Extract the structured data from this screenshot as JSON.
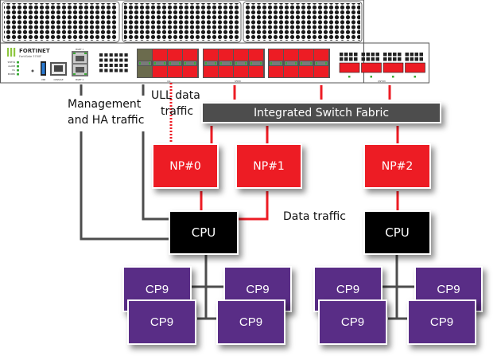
{
  "device": {
    "brand": "FORTINET",
    "model": "FortiGate 3700F",
    "status_leds": [
      "STATUS",
      "ALARM",
      "HA",
      "POWER"
    ],
    "usb_label": "USB",
    "console_label": "CONSOLE",
    "mgmt_ports": [
      "MGMT 1",
      "MGMT 2"
    ],
    "sfp_groups": [
      "ULL",
      "SFP28"
    ],
    "qsfp_group": "QSFP28",
    "colors": {
      "port_red": "#ed1c24",
      "led_green": "#3aaa35",
      "logo_green": "#8dc63f",
      "usb_blue": "#2b7bd3"
    }
  },
  "labels": {
    "management": "Management",
    "management_line2": "and HA traffic",
    "ull": "ULL data",
    "ull_line2": "traffic",
    "data_traffic": "Data traffic"
  },
  "fabric": {
    "label": "Integrated Switch Fabric"
  },
  "np": [
    {
      "label": "NP#0"
    },
    {
      "label": "NP#1"
    },
    {
      "label": "NP#2"
    }
  ],
  "cpu": [
    {
      "label": "CPU"
    },
    {
      "label": "CPU"
    }
  ],
  "cp9": [
    {
      "label": "CP9"
    },
    {
      "label": "CP9"
    },
    {
      "label": "CP9"
    },
    {
      "label": "CP9"
    },
    {
      "label": "CP9"
    },
    {
      "label": "CP9"
    },
    {
      "label": "CP9"
    },
    {
      "label": "CP9"
    }
  ],
  "colors": {
    "np": "#ed1c24",
    "cpu": "#000000",
    "cp9": "#592d86",
    "fabric": "#4d4d4d",
    "data_link": "#ed1c24",
    "mgmt_link": "#4d4d4d"
  }
}
